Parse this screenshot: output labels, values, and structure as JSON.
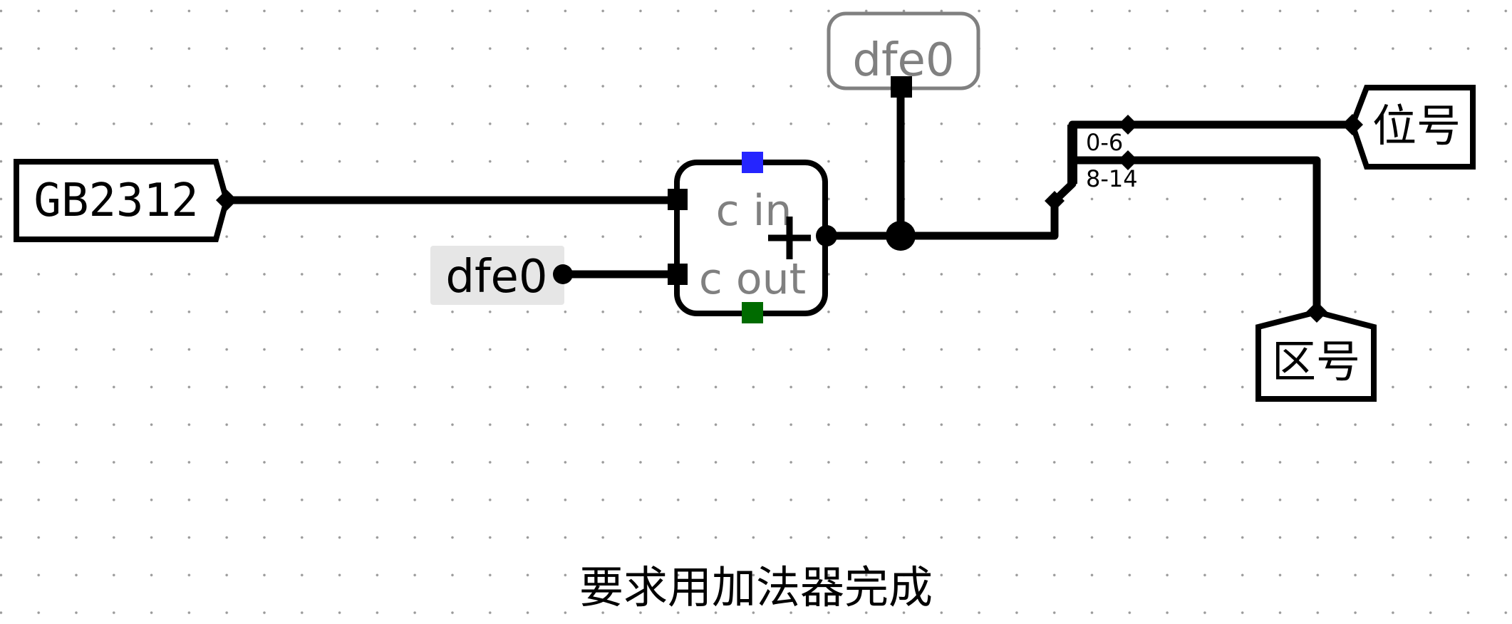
{
  "inputs": {
    "gb2312_label": "GB2312",
    "constant_label": "dfe0"
  },
  "adder": {
    "cin_label": "c in",
    "cout_label": "c out",
    "probe_label": "dfe0"
  },
  "splitter": {
    "range_low": "0-6",
    "range_high": "8-14"
  },
  "outputs": {
    "bit_label": "位号",
    "zone_label": "区号"
  },
  "caption": "要求用加法器完成",
  "colors": {
    "wire": "#000000",
    "carry_in_marker": "#2525ff",
    "carry_out_marker": "#006b00",
    "pin_text": "#808080",
    "constant_background": "#e6e6e6"
  }
}
